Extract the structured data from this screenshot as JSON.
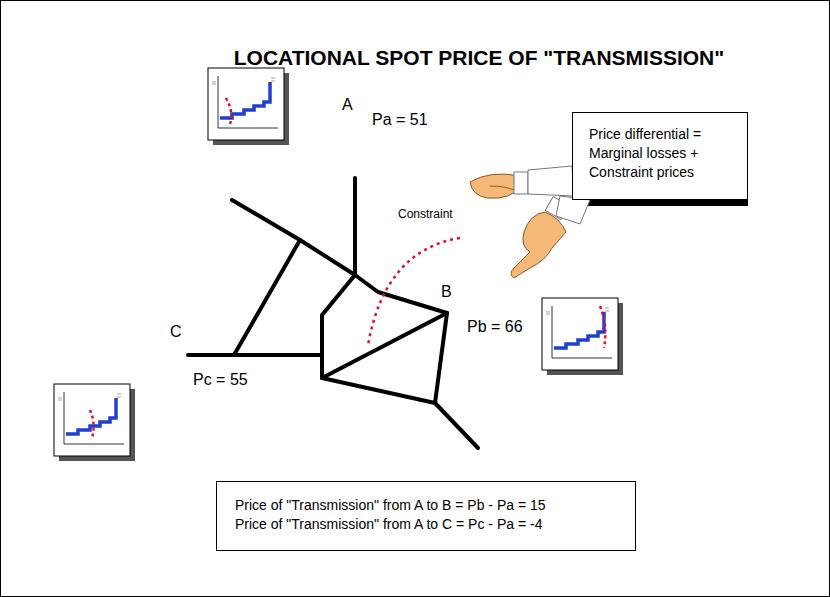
{
  "diagram": {
    "title": "LOCATIONAL SPOT PRICE OF \"TRANSMISSION\"",
    "nodes": [
      {
        "text": [
          "Price differential = Marginal losses + Constraint prices"
        ]
      },
      {
        "text": [
          "Price of \"Transmission\" from A to B = Pb - Pa = 15",
          "Price of \"Transmission\" from A to C = Pc - Pa = -4"
        ]
      }
    ],
    "labels": [
      "A",
      "Pa = 51",
      "Constraint",
      "B",
      "Pb = 66",
      "C",
      "Pc = 55"
    ]
  }
}
